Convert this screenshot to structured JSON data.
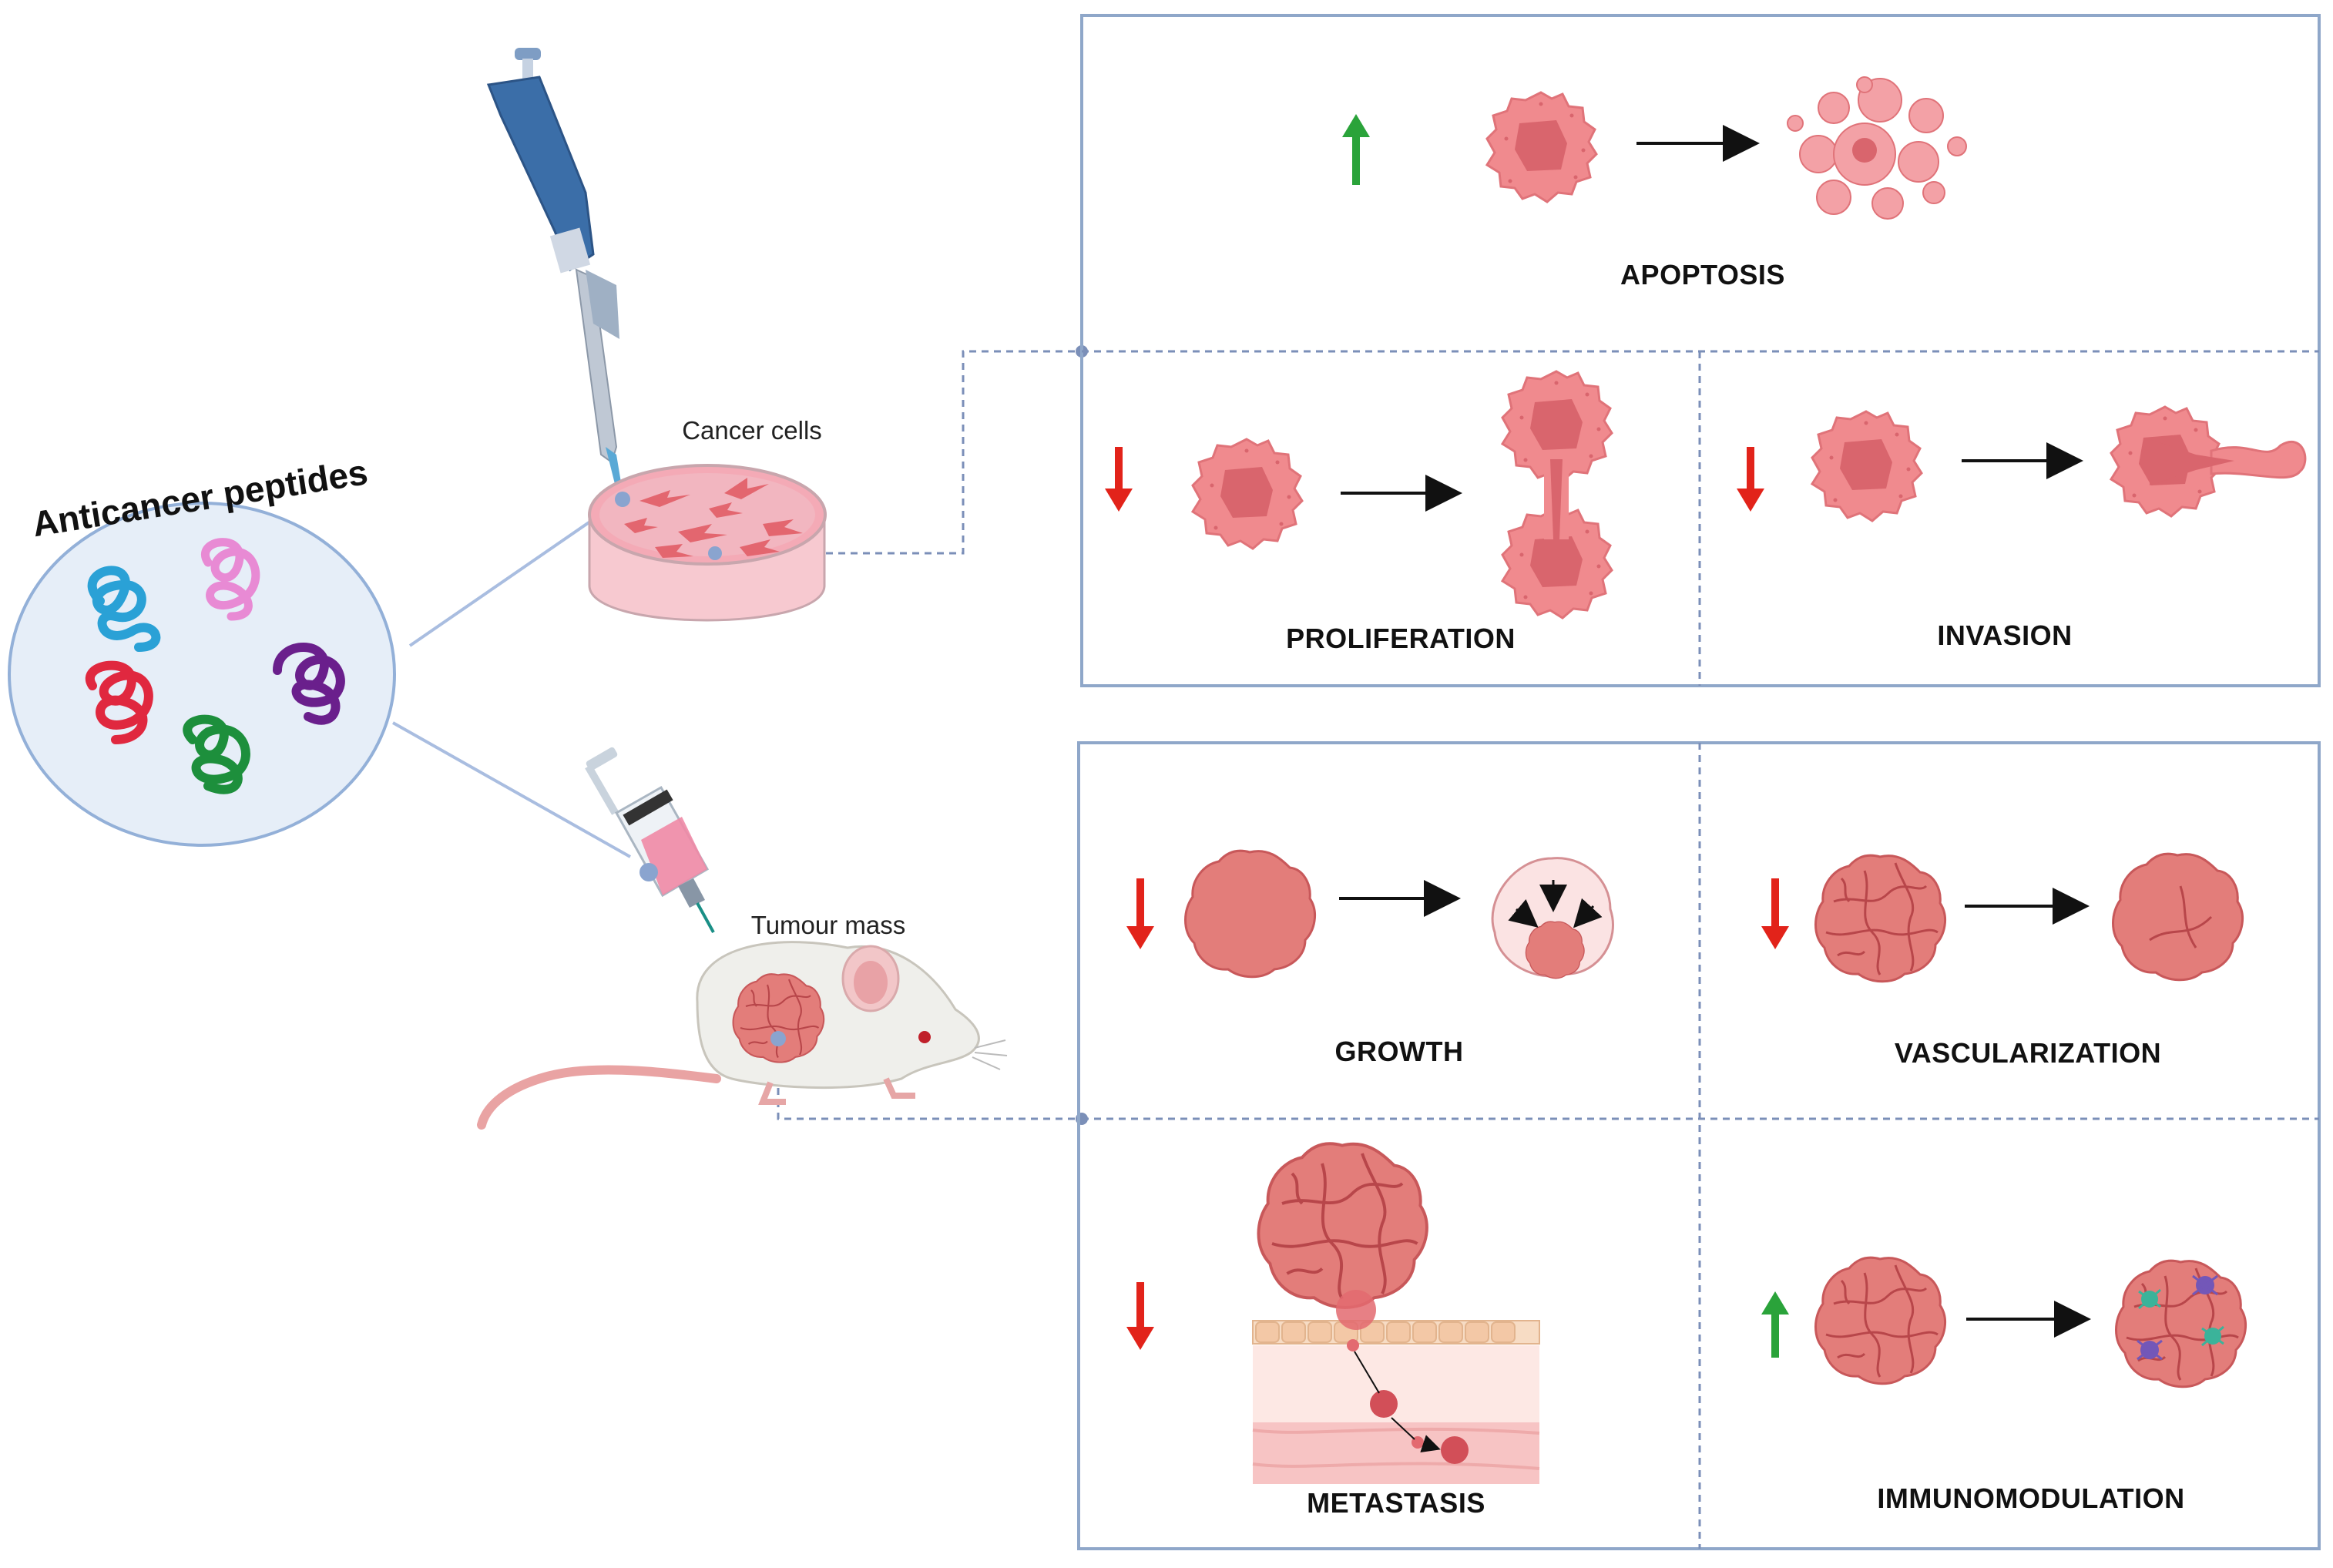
{
  "peptides": {
    "title": "Anticancer peptides"
  },
  "sources": {
    "cells": "Cancer cells",
    "mouse": "Tumour mass"
  },
  "invitro": {
    "apoptosis": "APOPTOSIS",
    "proliferation": "PROLIFERATION",
    "invasion": "INVASION"
  },
  "invivo": {
    "growth": "GROWTH",
    "vascularization": "VASCULARIZATION",
    "metastasis": "METASTASIS",
    "immunomodulation": "IMMUNOMODULATION"
  },
  "colors": {
    "frame": "#8fa7c9",
    "cell_fill": "#f08a8e",
    "cell_nucleus": "#d9656d",
    "tumour_fill": "#e37d7a",
    "up_arrow": "#2aa33a",
    "down_arrow": "#e2231a",
    "pipette_blue": "#3b6ea8"
  }
}
